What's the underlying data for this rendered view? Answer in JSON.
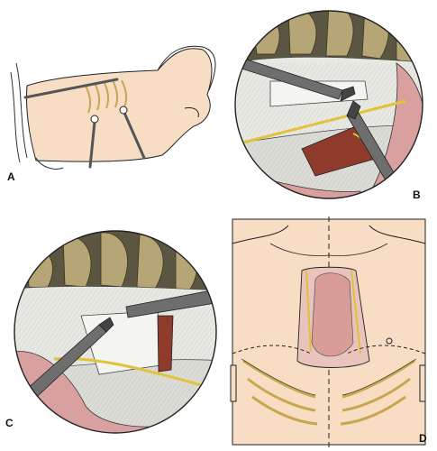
{
  "panels": {
    "a": {
      "label": "A"
    },
    "b": {
      "label": "B"
    },
    "c": {
      "label": "C"
    },
    "d": {
      "label": "D"
    }
  },
  "colors": {
    "skin": "#f7ddc4",
    "skin_shadow": "#efc9a6",
    "lung_gray": "#dcdcd6",
    "rib_olive": "#b7a675",
    "rib_dark": "#5a5642",
    "tissue_pink": "#d9a0a0",
    "muscle_red": "#8e3b2c",
    "nerve_yellow": "#e2c23a",
    "instrument": "#6e6e6e",
    "line": "#222222"
  },
  "icons": [
    "thoracoscope-instrument",
    "grasper-instrument",
    "trocar-port"
  ]
}
